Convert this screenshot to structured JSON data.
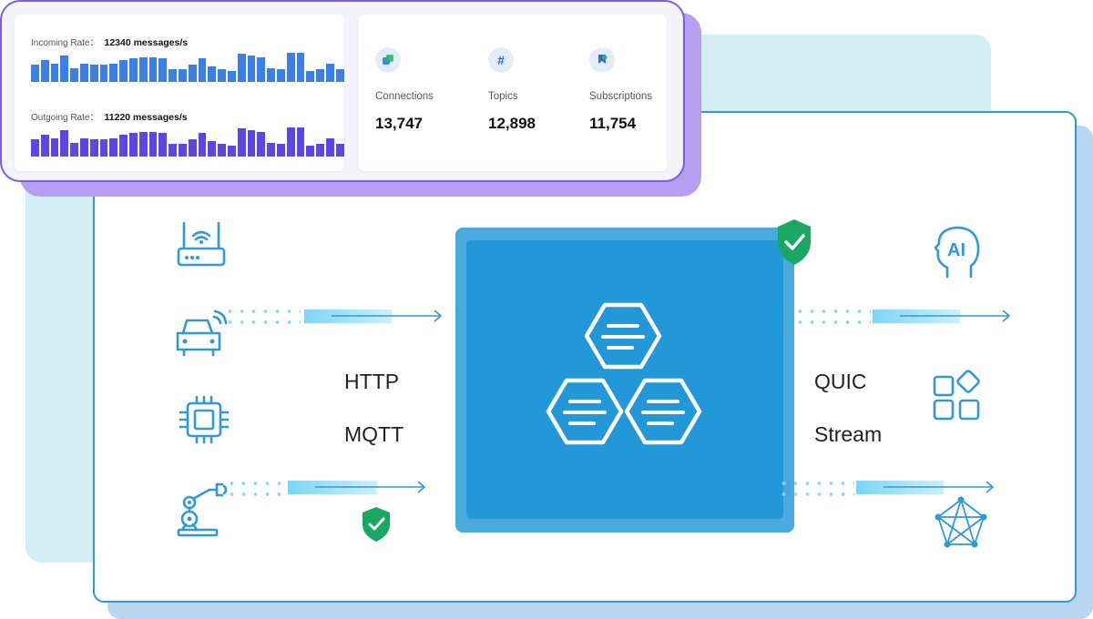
{
  "metrics": {
    "incoming": {
      "label": "Incoming Rate：",
      "value": "12340 messages/s"
    },
    "outgoing": {
      "label": "Outgoing Rate：",
      "value": "11220 messages/s"
    },
    "bar_levels": [
      0.55,
      0.7,
      0.6,
      0.85,
      0.45,
      0.6,
      0.55,
      0.55,
      0.6,
      0.7,
      0.75,
      0.8,
      0.8,
      0.75,
      0.4,
      0.4,
      0.55,
      0.75,
      0.5,
      0.4,
      0.35,
      0.9,
      0.85,
      0.8,
      0.45,
      0.4,
      0.95,
      0.95,
      0.35,
      0.4,
      0.6,
      0.4
    ],
    "stats": [
      {
        "label": "Connections",
        "value": "13,747",
        "icon": "connections-icon"
      },
      {
        "label": "Topics",
        "value": "12,898",
        "icon": "hash-icon"
      },
      {
        "label": "Subscriptions",
        "value": "11,754",
        "icon": "flag-icon"
      }
    ],
    "colors": {
      "incoming_bars": "#3b7fe8",
      "outgoing_bars": "#5b47e6",
      "card_border": "#7c5ce6"
    }
  },
  "protocols": {
    "left": [
      "HTTP",
      "MQTT"
    ],
    "right": [
      "QUIC",
      "Stream"
    ]
  },
  "icons": {
    "left": [
      "router-icon",
      "connected-car-icon",
      "chip-icon",
      "robot-arm-icon"
    ],
    "right": [
      "ai-head-icon",
      "apps-icon",
      "network-graph-icon"
    ],
    "center": "broker-hexagons-icon",
    "badges": [
      "shield-check-icon"
    ]
  },
  "colors": {
    "primary": "#2398d8",
    "accent_green": "#19a761",
    "line": "#2f9ad6"
  }
}
